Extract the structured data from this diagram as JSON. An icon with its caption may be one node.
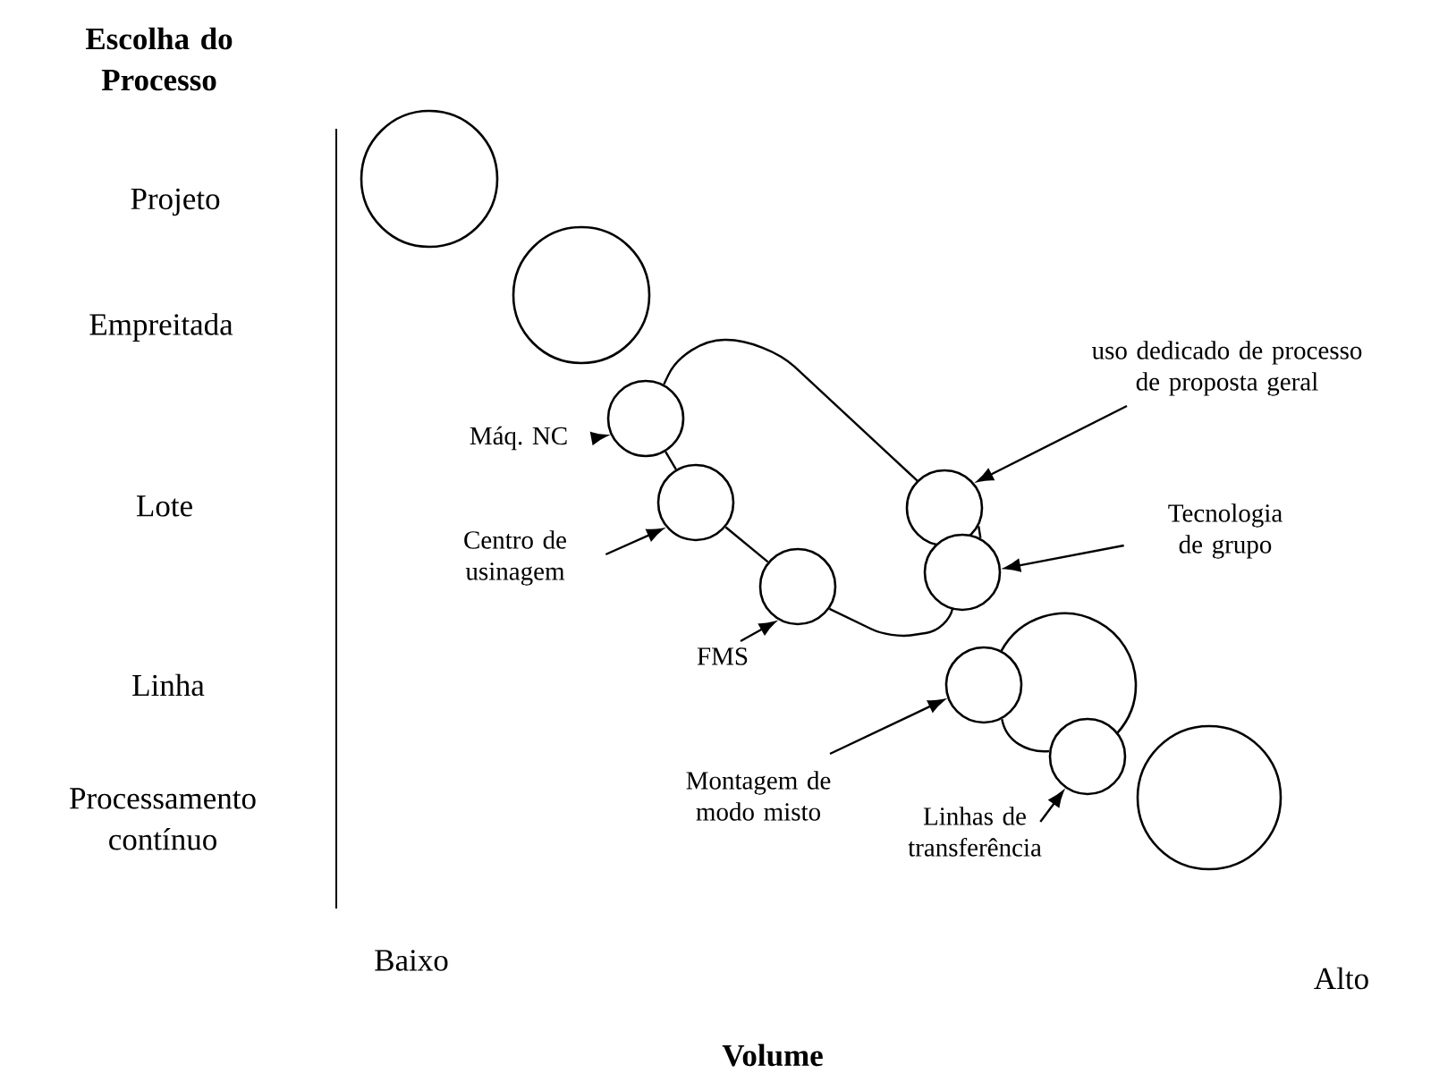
{
  "diagram": {
    "nodes": [
      {
        "text": [],
        "shape": "circle"
      },
      {
        "text": [],
        "shape": "circle"
      },
      {
        "text": [
          "uso dedicado de processo de proposta geral"
        ]
      },
      {
        "text": [],
        "shape": "circle"
      },
      {
        "text": [
          "Máq. NC"
        ]
      },
      {
        "text": [],
        "shape": "circle"
      },
      {
        "text": [],
        "shape": "circle"
      },
      {
        "text": [
          "Tecnologia de grupo"
        ]
      },
      {
        "text": [],
        "shape": "circle"
      },
      {
        "text": [
          "Centro de usinagem"
        ]
      },
      {
        "text": [],
        "shape": "circle"
      },
      {
        "text": [],
        "shape": "circle"
      },
      {
        "text": [
          "FMS"
        ]
      },
      {
        "text": [],
        "shape": "circle"
      },
      {
        "text": [
          "Montagem de modo misto"
        ]
      },
      {
        "text": [],
        "shape": "circle"
      },
      {
        "text": [
          "Linhas de transferência"
        ]
      },
      {
        "text": [],
        "shape": "circle"
      }
    ],
    "edges": [
      {
        "from": 4,
        "to": 3,
        "arrow": "to"
      },
      {
        "from": 2,
        "to": 5,
        "arrow": "to"
      },
      {
        "from": 7,
        "to": 8,
        "arrow": "to"
      },
      {
        "from": 9,
        "to": 6,
        "arrow": "to"
      },
      {
        "from": 12,
        "to": 10,
        "arrow": "to"
      },
      {
        "from": 14,
        "to": 13,
        "arrow": "to"
      },
      {
        "from": 16,
        "to": 15,
        "arrow": "to"
      },
      {
        "from": 3,
        "to": 5,
        "arrow": "none"
      },
      {
        "from": 3,
        "to": 6,
        "arrow": "none"
      },
      {
        "from": 6,
        "to": 10,
        "arrow": "none"
      },
      {
        "from": 10,
        "to": 8,
        "arrow": "none"
      },
      {
        "from": 5,
        "to": 8,
        "arrow": "none"
      },
      {
        "from": 13,
        "to": 15,
        "arrow": "none"
      }
    ],
    "labels": [
      "Escolha do Processo",
      "Projeto",
      "Empreitada",
      "Lote",
      "Linha",
      "Processamento contínuo",
      "Baixo",
      "Alto",
      "Volume"
    ]
  }
}
